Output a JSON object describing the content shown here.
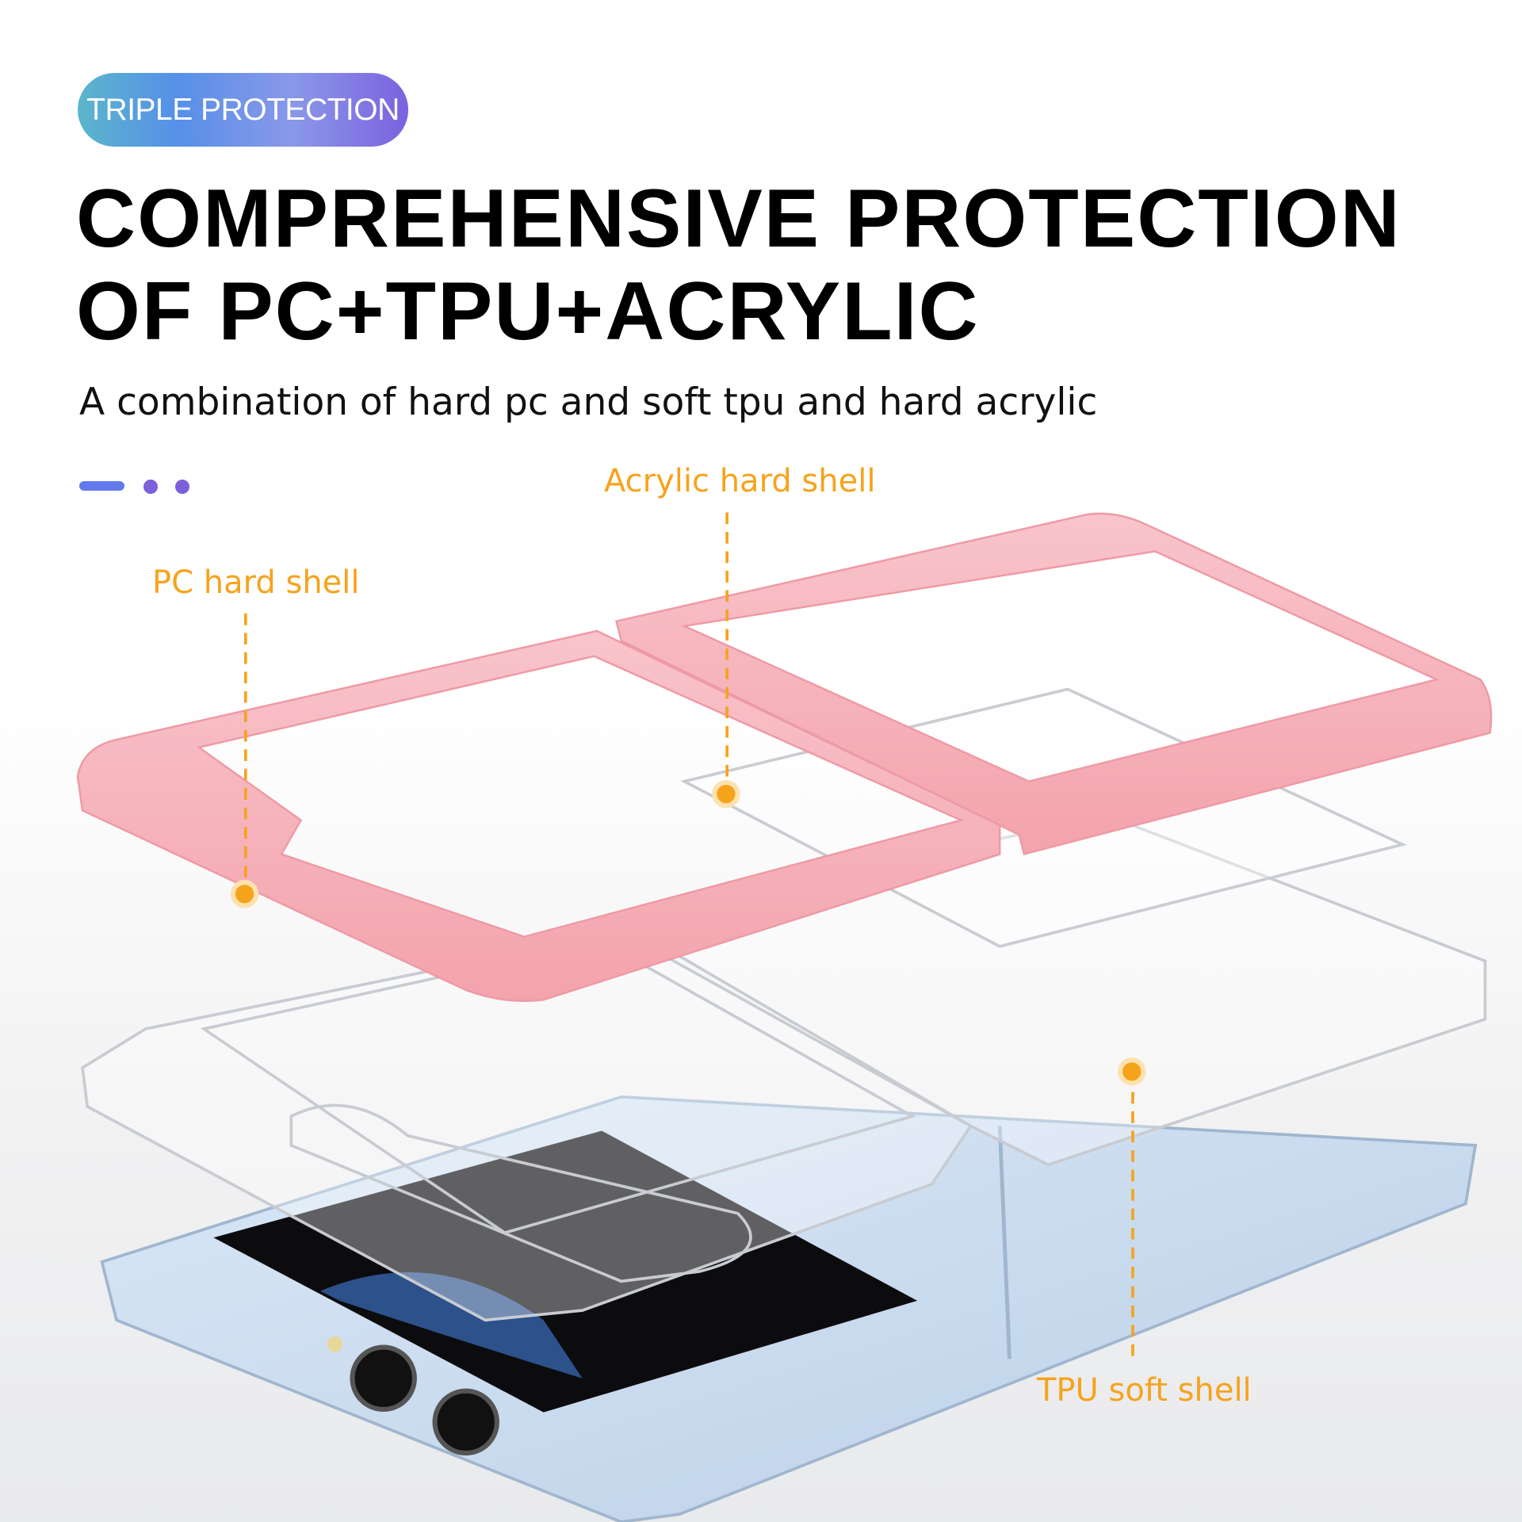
{
  "badge": {
    "label": "TRIPLE PROTECTION"
  },
  "heading": {
    "line1": "COMPREHENSIVE PROTECTION",
    "line2": "OF PC+TPU+ACRYLIC"
  },
  "subtitle": "A combination of hard pc and soft tpu and hard acrylic",
  "callouts": [
    {
      "label": "Acrylic hard shell"
    },
    {
      "label": "PC hard shell"
    },
    {
      "label": "TPU soft shell"
    }
  ],
  "colors": {
    "accent": "#f6a31c",
    "frame": "#f6b3bc",
    "phone": "#cfe0f2",
    "indicator": "#6279ee"
  }
}
